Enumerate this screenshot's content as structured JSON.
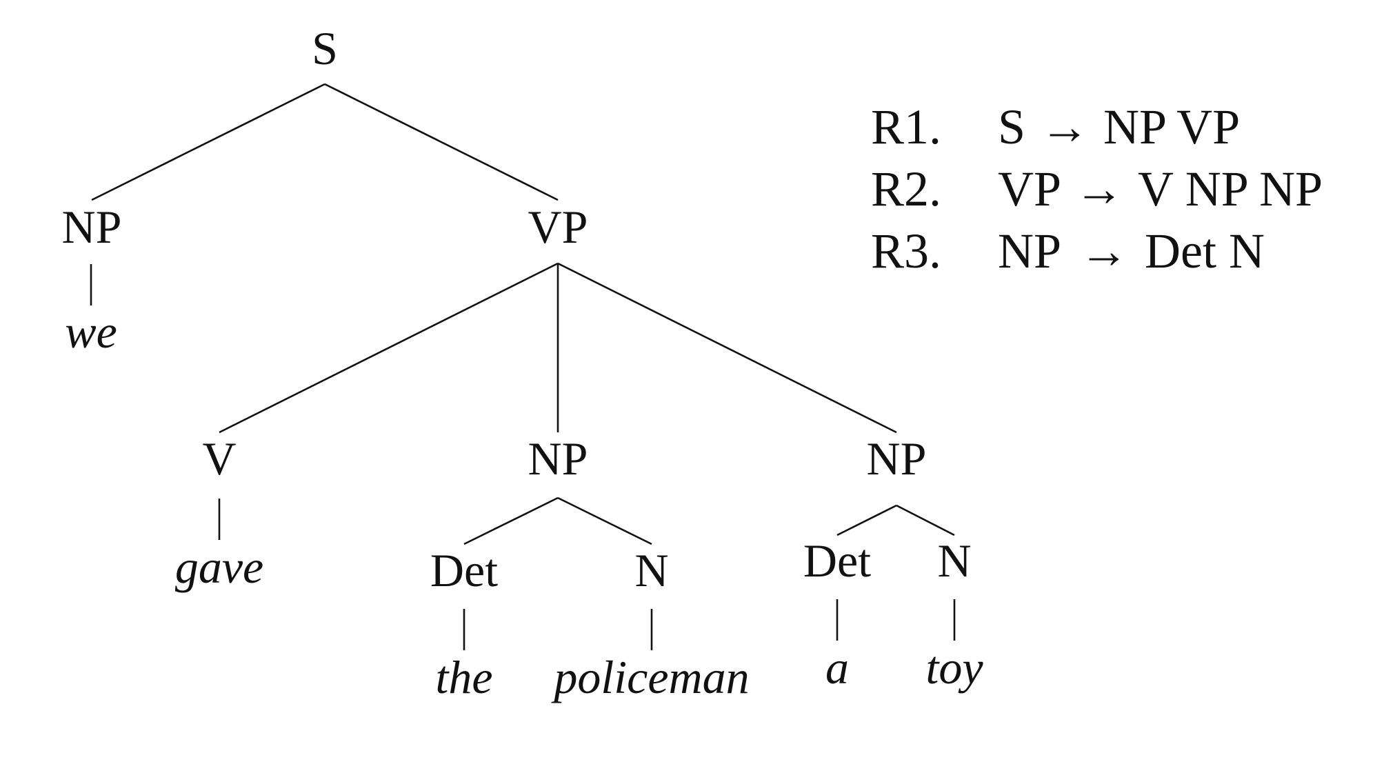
{
  "tree": {
    "nodes": {
      "s": "S",
      "np_subject": "NP",
      "vp": "VP",
      "v": "V",
      "np_indirect": "NP",
      "np_direct": "NP",
      "det_indirect": "Det",
      "n_indirect": "N",
      "det_direct": "Det",
      "n_direct": "N"
    },
    "words": {
      "we": "we",
      "gave": "gave",
      "the": "the",
      "policeman": "policeman",
      "a": "a",
      "toy": "toy"
    }
  },
  "rules": [
    {
      "id": "R1.",
      "lhs": "S",
      "arrow": "→",
      "rhs": "NP VP"
    },
    {
      "id": "R2.",
      "lhs": "VP",
      "arrow": "→",
      "rhs": "V NP NP"
    },
    {
      "id": "R3.",
      "lhs": "NP",
      "arrow": "→",
      "rhs": "Det N"
    }
  ]
}
